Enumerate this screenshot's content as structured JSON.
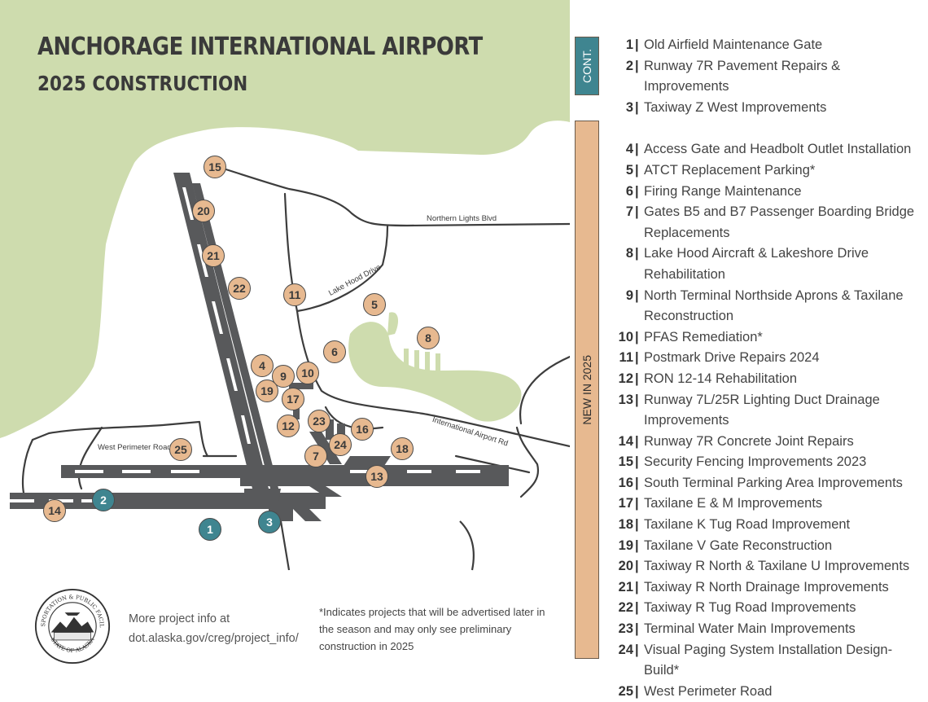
{
  "title": "ANCHORAGE INTERNATIONAL AIRPORT",
  "subtitle": "2025 CONSTRUCTION",
  "colors": {
    "water": "#cedcae",
    "runway": "#58595b",
    "new_marker": "#e7b990",
    "continuing_marker": "#3f8590",
    "road": "#3d3d3d"
  },
  "roads": {
    "northern_lights": "Northern Lights Blvd",
    "lake_hood": "Lake Hood Drive",
    "international_airport": "International Airport Rd",
    "west_perimeter": "West Perimeter Road"
  },
  "tabs": {
    "continuing": "CONT.",
    "new": "NEW IN 2025"
  },
  "projects": [
    {
      "num": "1",
      "name": "Old Airfield Maintenance Gate",
      "group": "continuing"
    },
    {
      "num": "2",
      "name": "Runway 7R Pavement Repairs & Improvements",
      "group": "continuing"
    },
    {
      "num": "3",
      "name": "Taxiway Z West Improvements",
      "group": "continuing"
    },
    {
      "num": "4",
      "name": "Access Gate and Headbolt Outlet Installation",
      "group": "new"
    },
    {
      "num": "5",
      "name": "ATCT Replacement Parking*",
      "group": "new"
    },
    {
      "num": "6",
      "name": "Firing Range Maintenance",
      "group": "new"
    },
    {
      "num": "7",
      "name": "Gates B5 and B7 Passenger Boarding Bridge Replacements",
      "group": "new"
    },
    {
      "num": "8",
      "name": "Lake Hood Aircraft & Lakeshore Drive Rehabilitation",
      "group": "new"
    },
    {
      "num": "9",
      "name": "North Terminal Northside Aprons & Taxilane Reconstruction",
      "group": "new"
    },
    {
      "num": "10",
      "name": "PFAS Remediation*",
      "group": "new"
    },
    {
      "num": "11",
      "name": "Postmark Drive Repairs 2024",
      "group": "new"
    },
    {
      "num": "12",
      "name": "RON 12-14 Rehabilitation",
      "group": "new"
    },
    {
      "num": "13",
      "name": "Runway 7L/25R Lighting Duct Drainage Improvements",
      "group": "new"
    },
    {
      "num": "14",
      "name": "Runway 7R Concrete Joint Repairs",
      "group": "new"
    },
    {
      "num": "15",
      "name": "Security Fencing Improvements 2023",
      "group": "new"
    },
    {
      "num": "16",
      "name": "South Terminal Parking Area Improvements",
      "group": "new"
    },
    {
      "num": "17",
      "name": "Taxilane E & M Improvements",
      "group": "new"
    },
    {
      "num": "18",
      "name": "Taxilane K Tug Road Improvement",
      "group": "new"
    },
    {
      "num": "19",
      "name": "Taxilane V Gate Reconstruction",
      "group": "new"
    },
    {
      "num": "20",
      "name": "Taxiway R North & Taxilane U Improvements",
      "group": "new"
    },
    {
      "num": "21",
      "name": "Taxiway R North Drainage Improvements",
      "group": "new"
    },
    {
      "num": "22",
      "name": "Taxiway R Tug Road Improvements",
      "group": "new"
    },
    {
      "num": "23",
      "name": "Terminal Water Main Improvements",
      "group": "new"
    },
    {
      "num": "24",
      "name": "Visual Paging System Installation Design-Build*",
      "group": "new"
    },
    {
      "num": "25",
      "name": "West Perimeter Road",
      "group": "new"
    }
  ],
  "separator": "|",
  "more_info": {
    "line1": "More project info at",
    "line2": "dot.alaska.gov/creg/project_info/"
  },
  "footnote": "*Indicates projects that will be advertised later in the season and  may only see preliminary construction in 2025",
  "seal": {
    "top_text": "TRANSPORTATION & PUBLIC FACILITIES",
    "bottom_text": "STATE OF ALASKA"
  }
}
